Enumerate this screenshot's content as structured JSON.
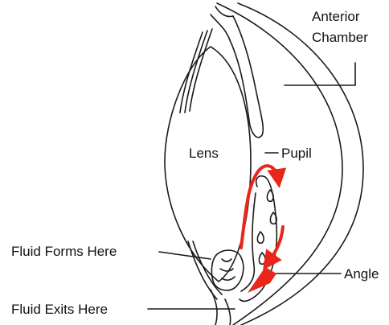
{
  "labels": {
    "anterior_chamber_line1": "Anterior",
    "anterior_chamber_line2": "Chamber",
    "lens": "Lens",
    "pupil": "Pupil",
    "fluid_forms": "Fluid Forms Here",
    "angle": "Angle",
    "fluid_exits": "Fluid Exits Here"
  },
  "colors": {
    "outline": "#1a1a1a",
    "flow_arrow": "#e8261a",
    "background": "#ffffff"
  }
}
